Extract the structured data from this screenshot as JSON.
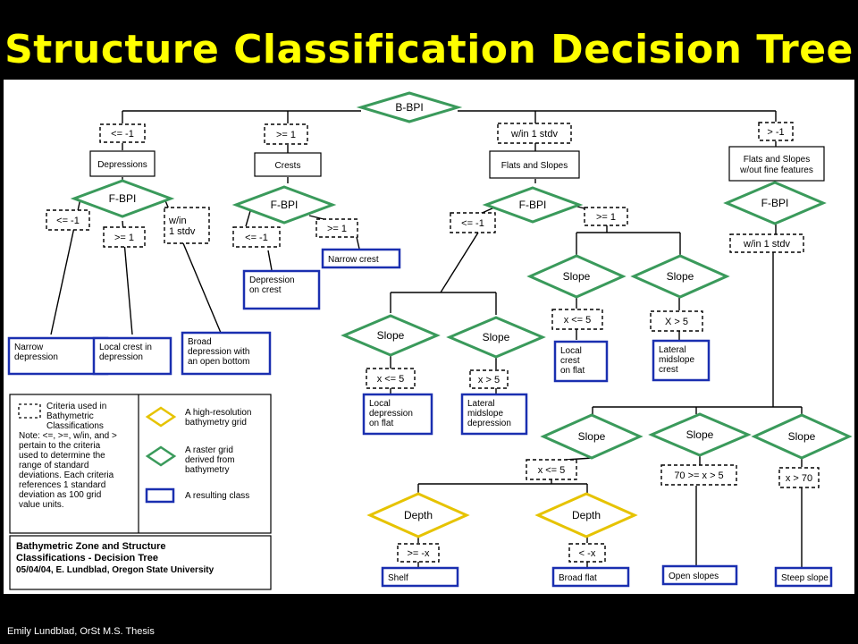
{
  "slide": {
    "title": "Structure Classification Decision Tree",
    "credit": "Emily Lundblad, OrSt M.S. Thesis"
  },
  "colors": {
    "title": "#ffff00",
    "raster_grid": "#3a9a5b",
    "high_res_grid": "#e6c300",
    "result_class": "#1a2fb0",
    "criteria": "#000000"
  },
  "nodes": {
    "root": "B-BPI",
    "dep_crit": "<= -1",
    "depressions": "Depressions",
    "fbpi1": "F-BPI",
    "fb1_le": "<= -1",
    "fb1_ge": ">= 1",
    "fb1_win": [
      "w/in",
      "1 stdv"
    ],
    "narrow_dep": [
      "Narrow",
      "depression"
    ],
    "local_crest_dep": [
      "Local crest in",
      "depression"
    ],
    "broad_dep": [
      "Broad",
      "depression with",
      "an open bottom"
    ],
    "crest_crit": ">= 1",
    "crests": "Crests",
    "fbpi2": "F-BPI",
    "fb2_le": "<= -1",
    "fb2_ge": ">= 1",
    "dep_on_crest": [
      "Depression",
      "on crest"
    ],
    "narrow_crest": "Narrow crest",
    "flat_crit": "w/in 1 stdv",
    "flats_slopes": "Flats and Slopes",
    "fbpi3": "F-BPI",
    "fb3_le": "<= -1",
    "fb3_ge": ">= 1",
    "slope_a": "Slope",
    "slope_b": "Slope",
    "sa_crit": "x <= 5",
    "sb_crit": "x > 5",
    "local_dep_flat": [
      "Local",
      "depression",
      "on flat"
    ],
    "lateral_dep": [
      "Lateral",
      "midslope",
      "depression"
    ],
    "slope_c": "Slope",
    "slope_d": "Slope",
    "sc_crit": "x <= 5",
    "sd_crit": "X > 5",
    "local_crest_flat": [
      "Local",
      "crest",
      "on flat"
    ],
    "lateral_crest": [
      "Lateral",
      "midslope",
      "crest"
    ],
    "gt_crit": "> -1",
    "flats_slopes_wo": [
      "Flats and Slopes",
      "w/out fine features"
    ],
    "fbpi4": "F-BPI",
    "fb4_win": "w/in 1 stdv",
    "slope_e": "Slope",
    "slope_f": "Slope",
    "slope_g": "Slope",
    "se_crit": "x <= 5",
    "sf_crit": "70 >= x > 5",
    "sg_crit": "x > 70",
    "depth_a": "Depth",
    "depth_b": "Depth",
    "da_crit": ">= -x",
    "db_crit": "< -x",
    "shelf": "Shelf",
    "broad_flat": "Broad flat",
    "open_slopes": "Open slopes",
    "steep_slope": "Steep slope"
  },
  "legend": {
    "criteria_text": [
      "Criteria used in",
      "Bathymetric",
      "Classifications",
      "Note: <=, >=, w/in, and >",
      "pertain to the criteria",
      "used to determine the",
      "range of standard",
      "deviations. Each criteria",
      "references 1 standard",
      "deviation as 100 grid",
      "value units."
    ],
    "high_res_text": [
      "A high-resolution",
      "bathymetry grid"
    ],
    "raster_text": [
      "A raster grid",
      "derived from",
      "bathymetry"
    ],
    "result_text": "A resulting class"
  },
  "info_box": {
    "line1": "Bathymetric Zone and Structure",
    "line2": "Classifications - Decision Tree",
    "line3": "05/04/04, E. Lundblad, Oregon State University"
  }
}
